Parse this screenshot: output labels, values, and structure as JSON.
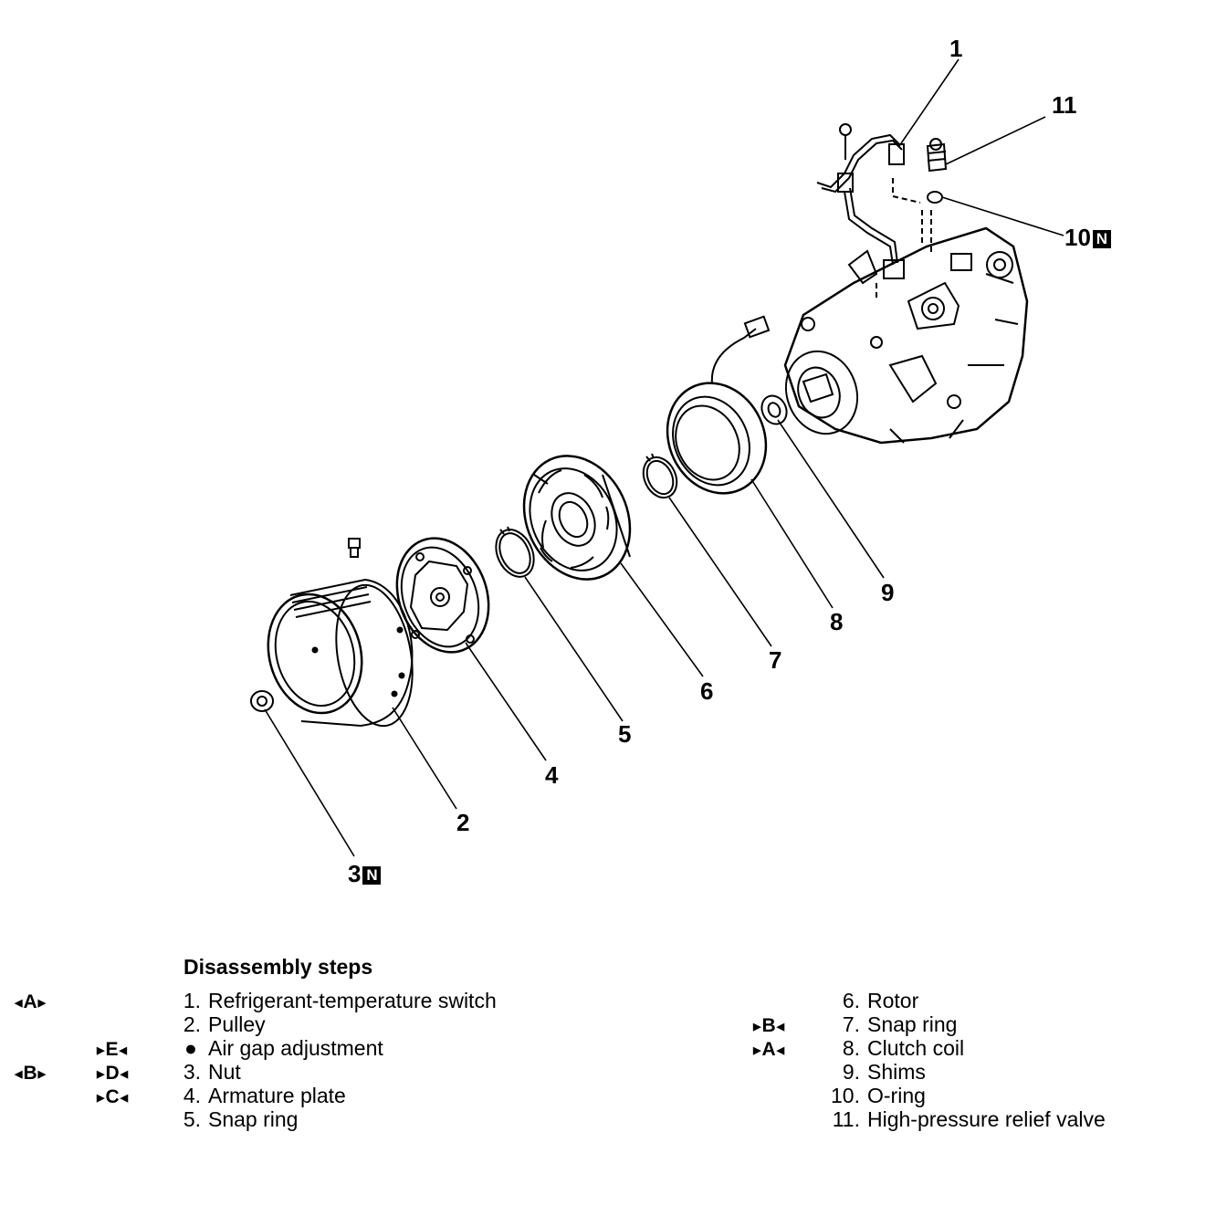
{
  "callouts": {
    "c1": "1",
    "c2": "2",
    "c3": "3",
    "c4": "4",
    "c5": "5",
    "c6": "6",
    "c7": "7",
    "c8": "8",
    "c9": "9",
    "c10": "10",
    "c11": "11",
    "new_part_mark": "N"
  },
  "legend": {
    "title": "Disassembly steps",
    "left": [
      {
        "num": "1.",
        "label": "Refrigerant-temperature switch"
      },
      {
        "num": "2.",
        "label": "Pulley"
      },
      {
        "num": "●",
        "label": "Air gap adjustment"
      },
      {
        "num": "3.",
        "label": "Nut"
      },
      {
        "num": "4.",
        "label": "Armature plate"
      },
      {
        "num": "5.",
        "label": "Snap ring"
      }
    ],
    "right": [
      {
        "num": "6.",
        "label": "Rotor"
      },
      {
        "num": "7.",
        "label": "Snap ring"
      },
      {
        "num": "8.",
        "label": "Clutch coil"
      },
      {
        "num": "9.",
        "label": "Shims"
      },
      {
        "num": "10.",
        "label": "O-ring"
      },
      {
        "num": "11.",
        "label": "High-pressure relief valve"
      }
    ],
    "removal_marks": {
      "A": "A",
      "B": "B"
    },
    "install_marks": {
      "E": "E",
      "D": "D",
      "C": "C",
      "B": "B",
      "A": "A"
    }
  }
}
